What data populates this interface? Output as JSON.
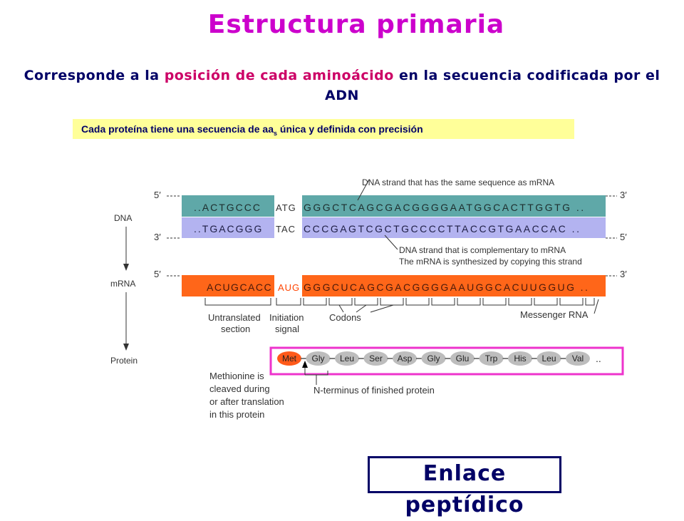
{
  "title": "Estructura primaria",
  "subtitle": {
    "part1": "Corresponde a la ",
    "highlight": "posición de cada aminoácido",
    "part2": " en la secuencia codificada por el ADN"
  },
  "note": {
    "text_before": "Cada proteína tiene una secuencia de aa",
    "subscript": "s",
    "text_after": " única y definida con precisión"
  },
  "diagram": {
    "row_labels": {
      "dna": "DNA",
      "mrna": "mRNA",
      "protein": "Protein"
    },
    "ends": {
      "five": "5′",
      "three": "3′"
    },
    "strand_top": {
      "prefix": "..ACTGCCC",
      "atg": "ATG",
      "rest": "GGGCTCAGCGACGGGGAATGGCACTTGGTG ..",
      "annotation": "DNA strand that has the same sequence as mRNA"
    },
    "strand_bottom": {
      "prefix": "..TGACGGG",
      "tac": "TAC",
      "rest": "CCCGAGTCGCTGCCCCTTACCGTGAACCAC ..",
      "annotation_line1": "DNA strand that is complementary to mRNA",
      "annotation_line2": "The mRNA is synthesized by copying this strand"
    },
    "mrna": {
      "prefix": "ACUGCACC",
      "aug": "AUG",
      "rest": "GGGCUCAGCGACGGGGAAUGGCACUUGGUG .."
    },
    "labels": {
      "untranslated_line1": "Untranslated",
      "untranslated_line2": "section",
      "initiation_line1": "Initiation",
      "initiation_line2": "signal",
      "codons": "Codons",
      "messenger": "Messenger RNA",
      "methionine_lines": [
        "Methionine is",
        "cleaved during",
        "or after translation",
        "in this protein"
      ],
      "n_terminus": "N-terminus of finished protein"
    },
    "amino_acids": [
      "Met",
      "Gly",
      "Leu",
      "Ser",
      "Asp",
      "Gly",
      "Glu",
      "Trp",
      "His",
      "Leu",
      "Val"
    ],
    "protein_tail": "..",
    "colors": {
      "top_strand": "#5fa8a8",
      "bottom_strand": "#b3b3f0",
      "mrna": "#ff6619",
      "met": "#ff5a1a",
      "aa": "#bdbdbd",
      "highlight_box": "#ee33cc"
    }
  },
  "enlace": "Enlace peptídico"
}
